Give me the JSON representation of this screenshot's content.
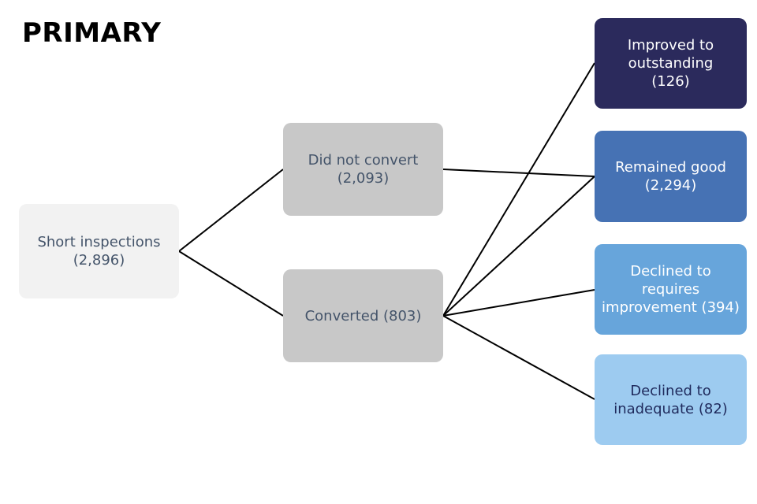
{
  "title": "PRIMARY",
  "nodes": {
    "short": {
      "label": "Short inspections",
      "count": "(2,896)"
    },
    "did_not_convert": {
      "label": "Did not convert",
      "count": "(2,093)"
    },
    "converted": {
      "label": "Converted (803)"
    },
    "outstanding": {
      "line1": "Improved to",
      "line2": "outstanding",
      "count": "(126)"
    },
    "good": {
      "label": "Remained good",
      "count": "(2,294)"
    },
    "requires_improvement": {
      "line1": "Declined to",
      "line2": "requires",
      "line3": "improvement (394)"
    },
    "inadequate": {
      "line1": "Declined to",
      "line2": "inadequate (82)"
    }
  },
  "colors": {
    "outstanding": "#2b2a5c",
    "good": "#4672b4",
    "requires_improvement": "#67a5db",
    "inadequate": "#9dcbf0",
    "neutral": "#c8c8c8",
    "root": "#f2f2f2"
  },
  "links": [
    [
      "short",
      "did_not_convert"
    ],
    [
      "short",
      "converted"
    ],
    [
      "did_not_convert",
      "good"
    ],
    [
      "converted",
      "outstanding"
    ],
    [
      "converted",
      "good"
    ],
    [
      "converted",
      "requires_improvement"
    ],
    [
      "converted",
      "inadequate"
    ]
  ]
}
